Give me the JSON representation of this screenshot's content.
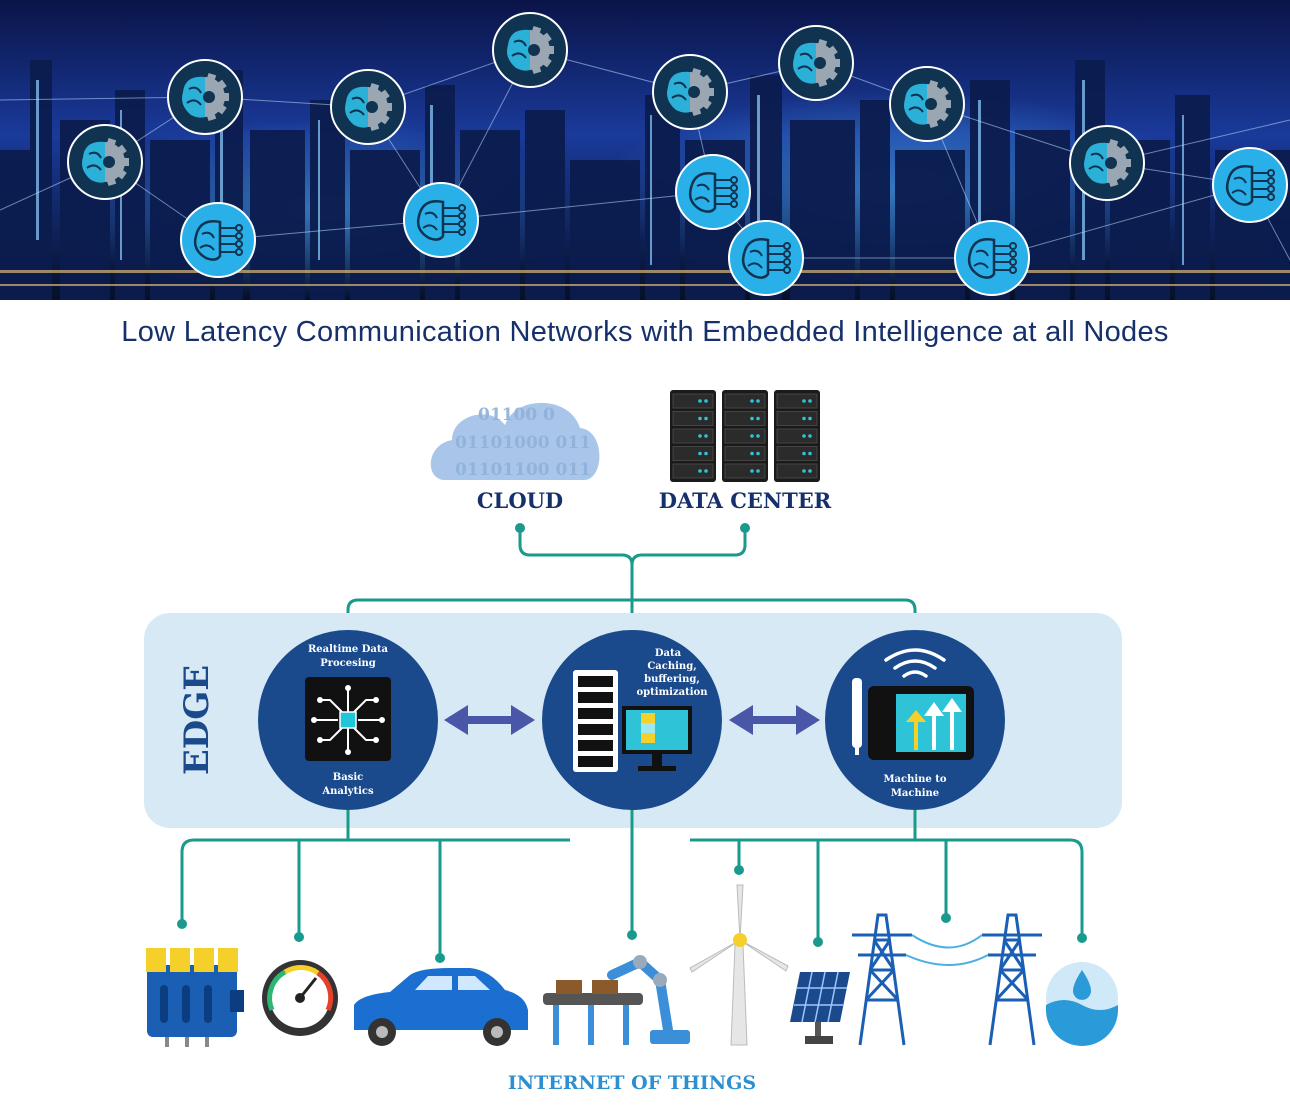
{
  "header": {
    "subtitle": "Low Latency Communication Networks with Embedded Intelligence at all Nodes"
  },
  "banner": {
    "scene": "night city skyline with network mesh",
    "node_icons": [
      "brain-gear-icon",
      "brain-circuit-icon"
    ]
  },
  "top_tier": {
    "cloud_label": "CLOUD",
    "cloud_binary": [
      "01100 0",
      "01101000 011",
      "01101100 011"
    ],
    "datacenter_label": "DATA CENTER"
  },
  "edge": {
    "label": "EDGE",
    "nodes": [
      {
        "title": "Realtime Data\nProcesing",
        "title_lines": [
          "Realtime Data",
          "Procesing"
        ],
        "caption_lines": [
          "Basic",
          "Analytics"
        ],
        "icon": "chip-icon"
      },
      {
        "title_lines": [
          "Data",
          "Caching,",
          "buffering,",
          "optimization"
        ],
        "icon": "server-monitor-icon"
      },
      {
        "caption_lines": [
          "Machine to",
          "Machine"
        ],
        "icon": "tablet-wifi-icon"
      }
    ]
  },
  "iot": {
    "label": "INTERNET OF THINGS",
    "devices": [
      "engine-icon",
      "gauge-icon",
      "car-icon",
      "robot-arm-icon",
      "wind-turbine-icon",
      "solar-panel-icon",
      "power-tower-icon",
      "water-drop-icon"
    ]
  },
  "colors": {
    "navy": "#16306b",
    "edge_circle": "#1a4a8c",
    "edge_panel": "#d6e9f5",
    "line": "#1a9a8c",
    "arrow": "#4a56a8",
    "iot_label": "#2b8fd0"
  }
}
